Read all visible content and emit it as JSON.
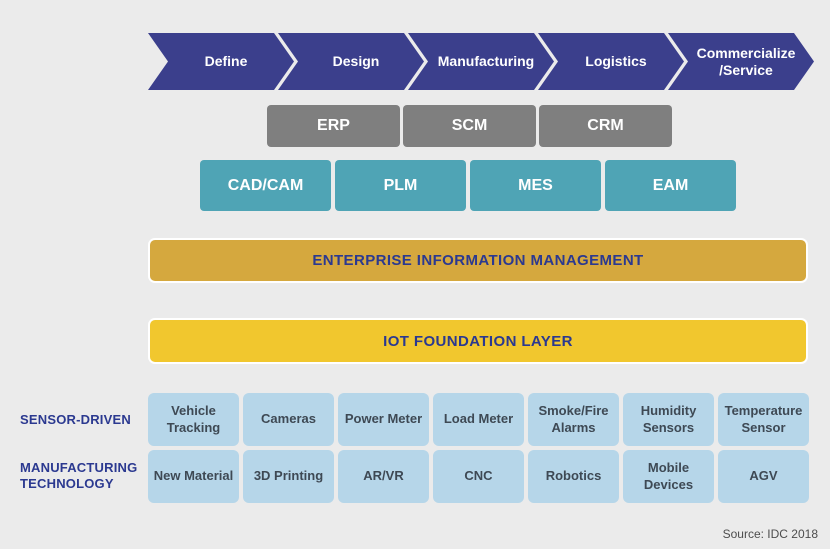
{
  "colors": {
    "background": "#EBEBEB",
    "arrow_navy": "#3B3F8C",
    "erp_gray": "#7F7F7F",
    "plm_teal": "#4FA4B5",
    "eim_gold": "#D5A83E",
    "iot_yellow": "#F1C72E",
    "tech_light_blue": "#B6D6E9",
    "label_navy": "#2B3990",
    "tech_box_text": "#3E4954"
  },
  "process_flow": {
    "stages": [
      "Define",
      "Design",
      "Manufacturing",
      "Logistics",
      "Commercialize\n/Service"
    ]
  },
  "erp_row": {
    "boxes": [
      "ERP",
      "SCM",
      "CRM"
    ]
  },
  "plm_row": {
    "boxes": [
      "CAD/CAM",
      "PLM",
      "MES",
      "EAM"
    ]
  },
  "layers": {
    "eim_label": "ENTERPRISE INFORMATION MANAGEMENT",
    "iot_label": "IOT FOUNDATION LAYER"
  },
  "sensor_row": {
    "label": "SENSOR-DRIVEN",
    "items": [
      "Vehicle Tracking",
      "Cameras",
      "Power Meter",
      "Load Meter",
      "Smoke/Fire Alarms",
      "Humidity Sensors",
      "Temperature Sensor"
    ]
  },
  "manufacturing_row": {
    "label": "MANUFACTURING\nTECHNOLOGY",
    "items": [
      "New Material",
      "3D Printing",
      "AR/VR",
      "CNC",
      "Robotics",
      "Mobile Devices",
      "AGV"
    ]
  },
  "footer": {
    "source": "Source: IDC 2018"
  }
}
